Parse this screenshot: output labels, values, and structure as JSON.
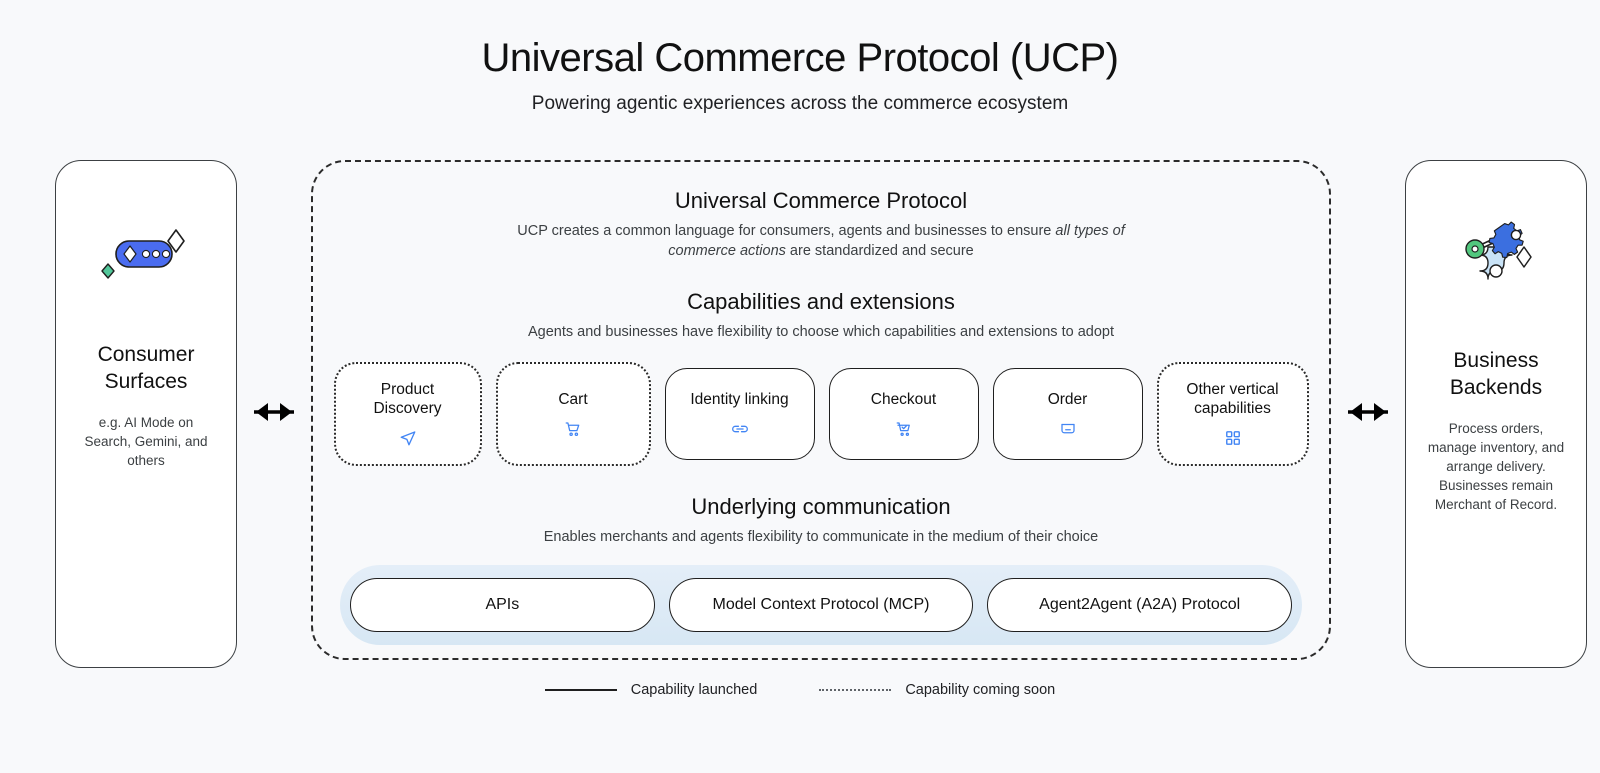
{
  "header": {
    "title": "Universal Commerce Protocol (UCP)",
    "subtitle": "Powering agentic experiences across the commerce ecosystem"
  },
  "left_panel": {
    "icon": "chat-pill-sparkle-icon",
    "title": "Consumer Surfaces",
    "description": "e.g. AI Mode on Search, Gemini, and others"
  },
  "right_panel": {
    "icon": "gear-settings-sparkle-icon",
    "title": "Business Backends",
    "description": "Process orders, manage inventory, and arrange delivery. Businesses remain Merchant of Record."
  },
  "arrows": {
    "left": "double-headed-arrow-icon",
    "right": "double-headed-arrow-icon"
  },
  "ucp": {
    "title": "Universal Commerce Protocol",
    "desc_before": "UCP creates a common language for consumers, agents and businesses to ensure ",
    "desc_em": "all types of commerce actions",
    "desc_after": " are standardized and secure"
  },
  "capabilities_section": {
    "title": "Capabilities and extensions",
    "description": "Agents and businesses have flexibility to choose which capabilities and extensions to adopt",
    "cards": [
      {
        "label": "Product Discovery",
        "icon": "send-arrow-icon",
        "status": "soon"
      },
      {
        "label": "Cart",
        "icon": "shopping-cart-icon",
        "status": "soon"
      },
      {
        "label": "Identity linking",
        "icon": "link-icon",
        "status": "launched"
      },
      {
        "label": "Checkout",
        "icon": "cart-check-icon",
        "status": "launched"
      },
      {
        "label": "Order",
        "icon": "basket-box-icon",
        "status": "launched"
      },
      {
        "label": "Other vertical capabilities",
        "icon": "grid-apps-icon",
        "status": "soon"
      }
    ]
  },
  "communication_section": {
    "title": "Underlying communication",
    "description": "Enables merchants and agents flexibility to communicate in the medium of their choice",
    "protocols": [
      {
        "label": "APIs"
      },
      {
        "label": "Model Context Protocol (MCP)"
      },
      {
        "label": "Agent2Agent (A2A) Protocol"
      }
    ]
  },
  "legend": [
    {
      "label": "Capability launched",
      "style": "solid"
    },
    {
      "label": "Capability coming soon",
      "style": "dotted"
    }
  ],
  "colors": {
    "background": "#f8f9fb",
    "icon_blue": "#4285f4",
    "brand_blue": "#4a6cf0",
    "accent_green": "#34a853",
    "band_blue": "#dce9f5",
    "border_dark": "#1f1f1f"
  }
}
